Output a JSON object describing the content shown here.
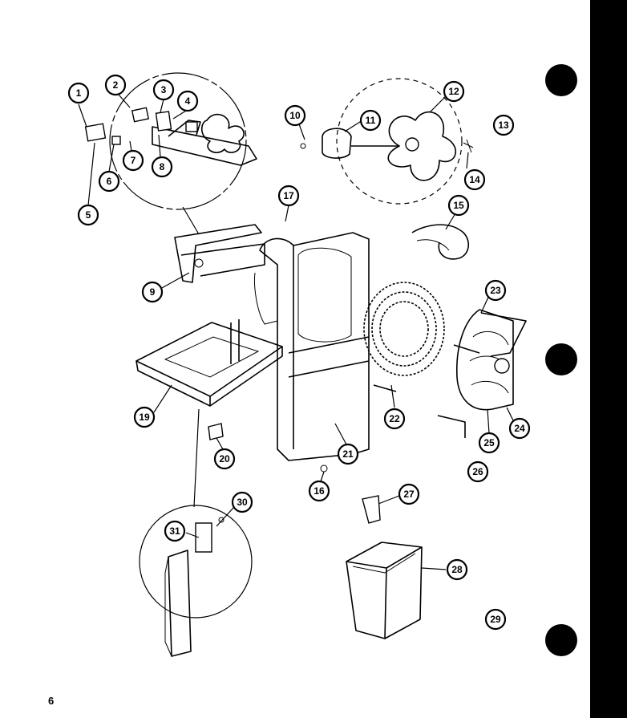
{
  "page": {
    "number": "6"
  },
  "callouts": [
    "1",
    "2",
    "3",
    "4",
    "5",
    "6",
    "7",
    "8",
    "9",
    "10",
    "11",
    "12",
    "13",
    "14",
    "15",
    "16",
    "17",
    "19",
    "20",
    "21",
    "22",
    "23",
    "24",
    "25",
    "26",
    "27",
    "28",
    "29",
    "30",
    "31"
  ],
  "colors": {
    "ink": "#000000",
    "paper": "#ffffff"
  }
}
